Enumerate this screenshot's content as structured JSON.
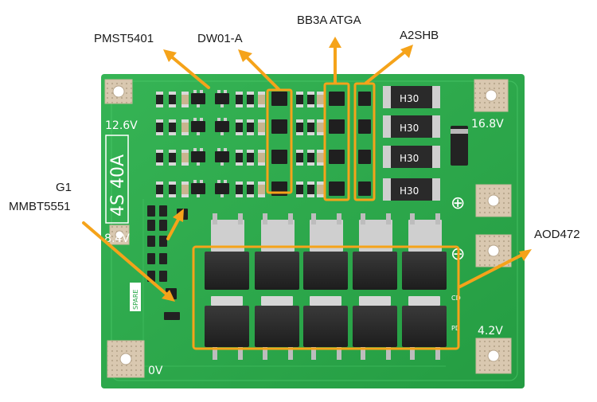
{
  "labels": {
    "pmst": "PMST5401",
    "dw01": "DW01-A",
    "bb3a": "BB3A ATGA",
    "a2shb": "A2SHB",
    "g1": "G1",
    "mmbt": "MMBT5551",
    "aod": "AOD472"
  },
  "board": {
    "v126": "12.6V",
    "v168": "16.8V",
    "v84": "8.4V",
    "v42": "4.2V",
    "v0": "0V",
    "config": "4S 40A",
    "spare": "SPARE",
    "plus": "⊕",
    "minus": "⊖",
    "resistor_code": "H30",
    "cd": "CD",
    "pd": "PD"
  },
  "colors": {
    "pcb": "#2aa84a",
    "annotation": "#f5a31a",
    "mosfet": "#2b2b2b",
    "pad": "#d8c9b0"
  }
}
